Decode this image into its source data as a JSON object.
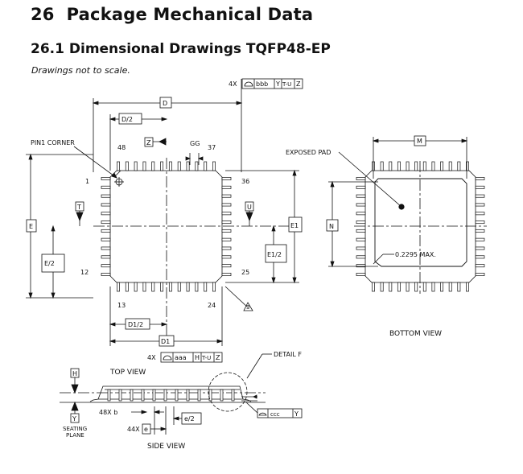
{
  "section": {
    "number": "26",
    "title": "Package Mechanical Data"
  },
  "subsection": {
    "number": "26.1",
    "title": "Dimensional Drawings TQFP48-EP"
  },
  "note": "Drawings not to scale.",
  "labels": {
    "tol_top_count": "4X",
    "tol_top_value": "bbb",
    "tol_top_ref1": "Y",
    "tol_top_ref2": "T-U",
    "tol_top_ref3": "Z",
    "D": "D",
    "D_half": "D/2",
    "datum_Z_top": "Z",
    "GG": "GG",
    "pin1_corner": "PIN1 CORNER",
    "pin1": "1",
    "pin12": "12",
    "pin13": "13",
    "pin24": "24",
    "pin25": "25",
    "pin36": "36",
    "pin37": "37",
    "pin48": "48",
    "datum_T": "T",
    "datum_U": "U",
    "E": "E",
    "E_half": "E/2",
    "E1": "E1",
    "E1_half": "E1/2",
    "D1_half": "D1/2",
    "D1": "D1",
    "note_3": "3",
    "tol_bot_count": "4X",
    "tol_bot_value": "aaa",
    "tol_bot_ref1": "H",
    "tol_bot_ref2": "T-U",
    "tol_bot_ref3": "Z",
    "M": "M",
    "N": "N",
    "exposed_pad": "EXPOSED PAD",
    "chamfer": "0.2295 MAX.",
    "bottom_view": "BOTTOM  VIEW",
    "top_view": "TOP  VIEW",
    "side_view": "SIDE  VIEW",
    "detail_f": "DETAIL  F",
    "datum_H": "H",
    "datum_Y": "Y",
    "seating_plane_1": "SEATING",
    "seating_plane_2": "PLANE",
    "lead_width": "48X  b",
    "lead_pitch_count": "44X",
    "lead_pitch": "e",
    "e_half": "e/2",
    "ccc": "ccc",
    "ccc_ref": "Y"
  }
}
